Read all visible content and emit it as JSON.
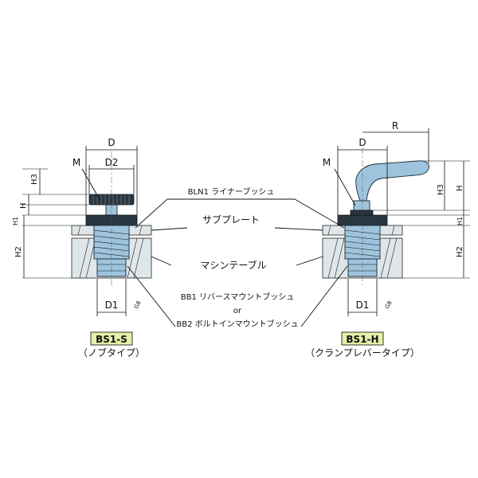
{
  "labels": {
    "liner_bush": "BLN1 ライナーブッシュ",
    "sub_plate": "サブプレート",
    "machine_table": "マシンテーブル",
    "bb1": "BB1 リバースマウントブッシュ",
    "or": "or",
    "bb2": "BB2 ボルトインマウントブッシュ"
  },
  "left": {
    "model": "BS1-S",
    "type": "（ノブタイプ）",
    "dims": {
      "D": "D",
      "D2": "D2",
      "M": "M",
      "H3": "H3",
      "H": "H",
      "H1": "H1",
      "H2": "H2",
      "D1": "D1",
      "G8": "G8"
    }
  },
  "right": {
    "model": "BS1-H",
    "type": "（クランプレバータイプ）",
    "dims": {
      "D": "D",
      "R": "R",
      "M": "M",
      "H3": "H3",
      "H": "H",
      "H1": "H1",
      "H2": "H2",
      "D1": "D1",
      "G8": "G8"
    }
  },
  "colors": {
    "part_blue": "#9ec4dd",
    "tag_green": "#e3f0a8",
    "plate_grey": "#dfe6ea"
  }
}
